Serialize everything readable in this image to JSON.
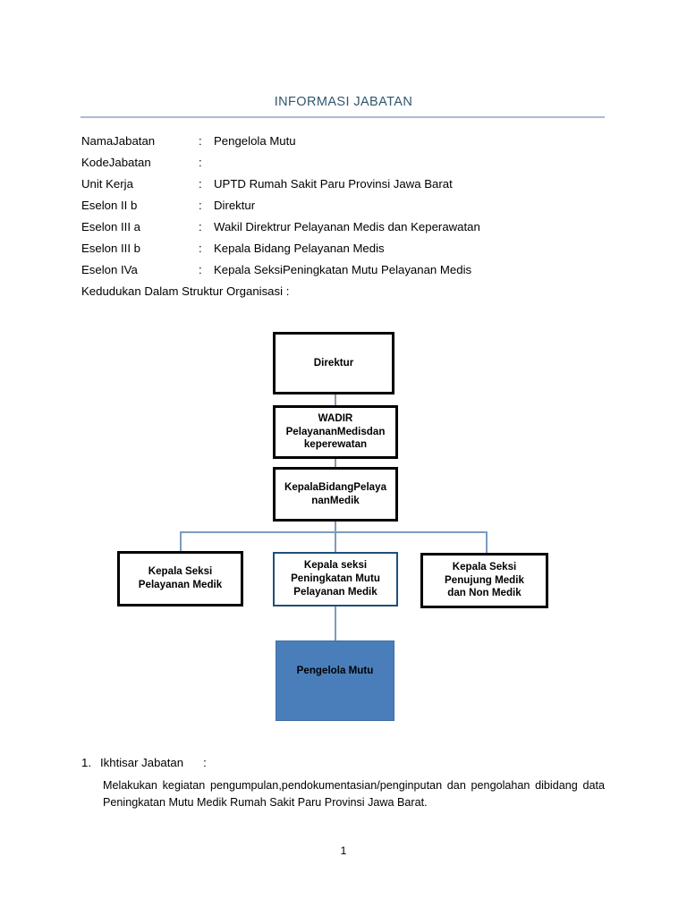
{
  "document": {
    "title": "INFORMASI JABATAN",
    "title_color": "#31566F",
    "rule_color": "#A9BCD0",
    "page_number": "1"
  },
  "identity": {
    "colon": ":",
    "rows": [
      {
        "label": "NamaJabatan",
        "value": "Pengelola Mutu"
      },
      {
        "label": "KodeJabatan",
        "value": ""
      },
      {
        "label": "Unit Kerja",
        "value": "UPTD Rumah Sakit Paru Provinsi Jawa Barat"
      },
      {
        "label": "Eselon II b",
        "value": "Direktur"
      },
      {
        "label": "Eselon III a",
        "value": "Wakil Direktrur Pelayanan Medis dan Keperawatan"
      },
      {
        "label": "Eselon III b",
        "value": "Kepala Bidang Pelayanan Medis"
      },
      {
        "label": "Eselon IVa",
        "value": "Kepala SeksiPeningkatan Mutu Pelayanan Medis"
      }
    ],
    "structure_note": "Kedudukan Dalam Struktur Organisasi :"
  },
  "org_chart": {
    "connector_color": "#7B9CC0",
    "nodes": {
      "direktur": {
        "label": "Direktur",
        "border_color": "#000000",
        "fill": "#FFFFFF"
      },
      "wadir": {
        "line1": "WADIR",
        "line2": "PelayananMedisdan",
        "line3": "keperewatan",
        "border_color": "#000000",
        "fill": "#FFFFFF"
      },
      "kabid": {
        "line1": "KepalaBidangPelaya",
        "line2": "nanMedik",
        "border_color": "#000000",
        "fill": "#FFFFFF"
      },
      "seksi_yanmed": {
        "line1": "Kepala Seksi",
        "line2": "Pelayanan Medik",
        "border_color": "#000000",
        "fill": "#FFFFFF"
      },
      "seksi_mutu": {
        "line1": "Kepala seksi",
        "line2": "Peningkatan Mutu",
        "line3": "Pelayanan Medik",
        "border_color": "#1F4E79",
        "fill": "#FFFFFF"
      },
      "seksi_penunjang": {
        "line1": "Kepala Seksi",
        "line2": "Penujung Medik",
        "line3": "dan Non Medik",
        "border_color": "#000000",
        "fill": "#FFFFFF"
      },
      "pengelola_mutu": {
        "label": "Pengelola Mutu",
        "border_color": "#3D6FA5",
        "fill": "#4A7EBB"
      }
    }
  },
  "section_ikhtisar": {
    "number": "1.",
    "heading": "Ikhtisar Jabatan",
    "colon": ":",
    "body": "Melakukan kegiatan pengumpulan,pendokumentasian/penginputan dan pengolahan dibidang data Peningkatan Mutu Medik Rumah Sakit Paru Provinsi Jawa Barat."
  }
}
